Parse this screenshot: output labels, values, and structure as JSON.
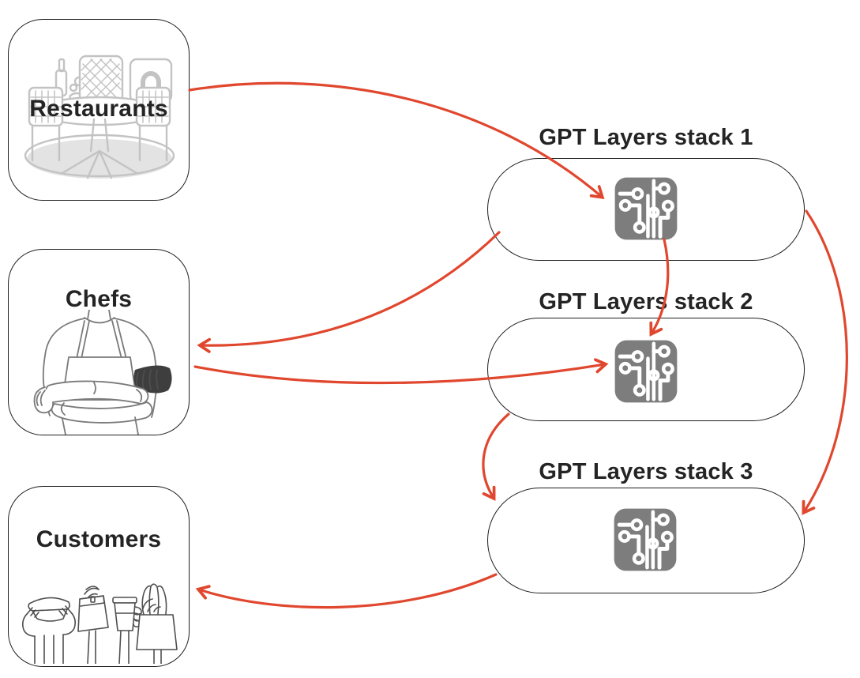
{
  "entities": {
    "restaurants": {
      "label": "Restaurants",
      "icon": "restaurant-table-illustration"
    },
    "chefs": {
      "label": "Chefs",
      "icon": "chef-crossed-arms-illustration"
    },
    "customers": {
      "label": "Customers",
      "icon": "customer-hands-illustration"
    }
  },
  "stacks": {
    "stack1": {
      "label": "GPT Layers stack 1",
      "icon": "circuit-chip-icon"
    },
    "stack2": {
      "label": "GPT Layers stack 2",
      "icon": "circuit-chip-icon"
    },
    "stack3": {
      "label": "GPT Layers stack 3",
      "icon": "circuit-chip-icon"
    }
  },
  "connections": [
    {
      "from": "restaurants",
      "to": "stack1"
    },
    {
      "from": "stack1",
      "to": "chefs"
    },
    {
      "from": "stack1",
      "to": "stack2"
    },
    {
      "from": "chefs",
      "to": "stack2"
    },
    {
      "from": "stack2",
      "to": "stack3"
    },
    {
      "from": "stack1",
      "to": "stack3"
    },
    {
      "from": "stack3",
      "to": "customers"
    }
  ],
  "colors": {
    "arrow": "#e0472e",
    "chip": "#7d7d7d",
    "outline": "#1f1f1f",
    "text": "#242424",
    "illustration_light": "#c3c3c3",
    "illustration_mid": "#7a7a7a",
    "illustration_dark": "#4f4f4f"
  }
}
